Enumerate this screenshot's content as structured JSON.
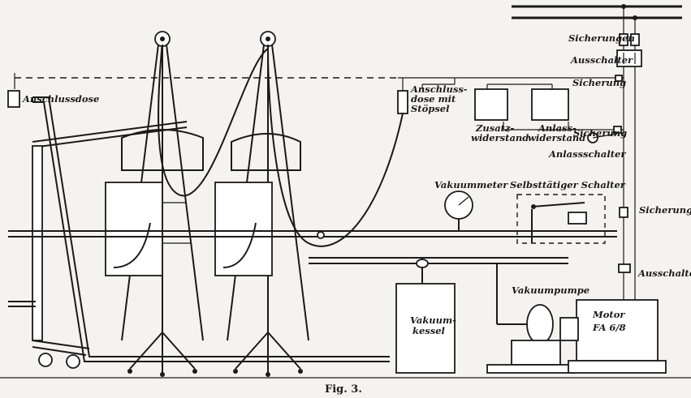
{
  "caption": "Fig. 3.",
  "labels": {
    "anschlussdose": "Anschlussdose",
    "anschlussdose_stoepsel_1": "Anschluss-",
    "anschlussdose_stoepsel_2": "dose mit",
    "anschlussdose_stoepsel_3": "Stöpsel",
    "zusatzwiderstand_1": "Zusatz-",
    "zusatzwiderstand_2": "widerstand",
    "anlasswiderstand_1": "Anlass-",
    "anlasswiderstand_2": "widerstand",
    "sicherungen_top": "Sicherungen",
    "ausschalter_top": "Ausschalter",
    "sicherung_1": "Sicherung",
    "sicherung_2": "Sicherung",
    "anlassschalter": "Anlassschalter",
    "selbstthaetiger_schalter": "Selbsttätiger Schalter",
    "vakuummeter": "Vakuummeter",
    "sicherungen_right": "Sicherungen",
    "ausschalter_right": "Ausschalter",
    "vakuumpumpe": "Vakuumpumpe",
    "vakuumkessel_1": "Vakuum-",
    "vakuumkessel_2": "kessel",
    "motor_1": "Motor",
    "motor_2": "FA 6/8"
  }
}
